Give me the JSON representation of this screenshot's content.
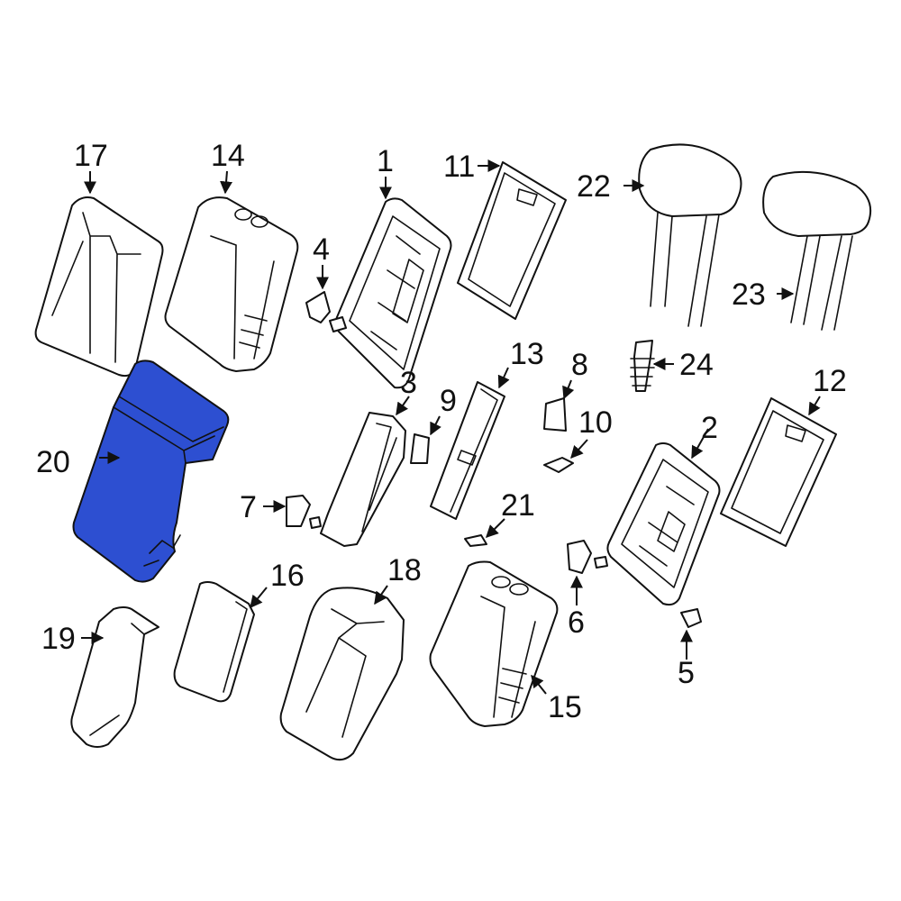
{
  "diagram": {
    "highlight_color": "#2d4fd1",
    "outline_color": "#111111",
    "callouts": {
      "p1": "1",
      "p2": "2",
      "p3": "3",
      "p4": "4",
      "p5": "5",
      "p6": "6",
      "p7": "7",
      "p8": "8",
      "p9": "9",
      "p10": "10",
      "p11": "11",
      "p12": "12",
      "p13": "13",
      "p14": "14",
      "p15": "15",
      "p16": "16",
      "p17": "17",
      "p18": "18",
      "p19": "19",
      "p20": "20",
      "p21": "21",
      "p22": "22",
      "p23": "23",
      "p24": "24"
    },
    "highlighted_part": "20"
  }
}
